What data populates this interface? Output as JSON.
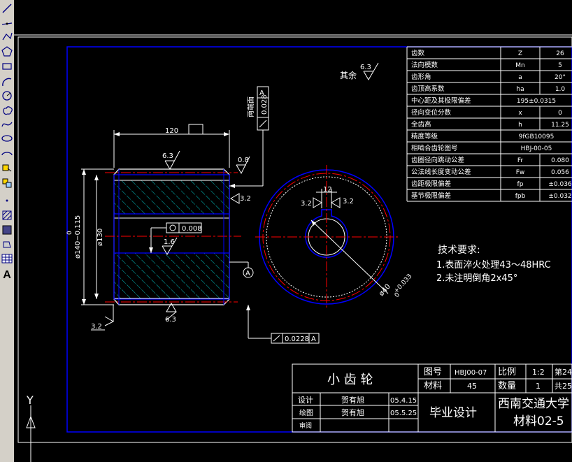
{
  "toolbar": {
    "tools": [
      {
        "name": "line-tool-icon"
      },
      {
        "name": "construction-line-icon"
      },
      {
        "name": "polyline-icon"
      },
      {
        "name": "polygon-icon"
      },
      {
        "name": "rectangle-icon"
      },
      {
        "name": "arc-icon"
      },
      {
        "name": "circle-icon"
      },
      {
        "name": "revision-cloud-icon"
      },
      {
        "name": "spline-icon"
      },
      {
        "name": "ellipse-icon"
      },
      {
        "name": "ellipse-arc-icon"
      },
      {
        "name": "insert-block-icon"
      },
      {
        "name": "make-block-icon"
      },
      {
        "name": "point-icon"
      },
      {
        "name": "hatch-icon"
      },
      {
        "name": "gradient-icon"
      },
      {
        "name": "region-icon"
      },
      {
        "name": "table-icon"
      },
      {
        "name": "multiline-text-icon",
        "label": "A"
      }
    ]
  },
  "params_table": [
    {
      "name": "齿数",
      "symbol": "Z",
      "value": "26"
    },
    {
      "name": "法向模数",
      "symbol": "Mn",
      "value": "5"
    },
    {
      "name": "齿形角",
      "symbol": "a",
      "value": "20°"
    },
    {
      "name": "齿顶高系数",
      "symbol": "ha",
      "value": "1.0"
    },
    {
      "name": "中心距及其极限偏差",
      "symbol": "",
      "value": "195±0.0315"
    },
    {
      "name": "径向变位分数",
      "symbol": "x",
      "value": "0"
    },
    {
      "name": "全齿高",
      "symbol": "h",
      "value": "11.25"
    },
    {
      "name": "精度等级",
      "symbol": "",
      "value": "9fGB10095"
    },
    {
      "name": "相啮合齿轮图号",
      "symbol": "",
      "value": "HBJ-00-05"
    },
    {
      "name": "齿圈径向跳动公差",
      "symbol": "Fr",
      "value": "0.080"
    },
    {
      "name": "公法线长度变动公差",
      "symbol": "Fw",
      "value": "0.056"
    },
    {
      "name": "齿距极限偏差",
      "symbol": "fp",
      "value": "±0.036"
    },
    {
      "name": "基节极限偏差",
      "symbol": "fpb",
      "value": "±0.032"
    }
  ],
  "annotations": {
    "rest_label": "其余",
    "rest_roughness": "6.3",
    "dim_120": "120",
    "roughness_top": "6.3",
    "roughness_08": "0.8",
    "roughness_right": "3.2",
    "roughness_bore": "1.6",
    "roughness_bottom": "6.3",
    "roughness_left": "3.2",
    "dim_od": "ø140−0.115",
    "dim_od_upper": "0",
    "dim_130": "ø130",
    "cyl_tol": "0.008",
    "runout_top": "0.028",
    "runout_top_datum": "A",
    "runout_top_note": "两端面",
    "runout_bottom": "0.0228",
    "runout_bottom_datum": "A",
    "datum_label": "A",
    "keyway_width": "12",
    "keyway_r_left": "3.2",
    "keyway_r_right": "3.2",
    "bore_dim": "ø40",
    "bore_tol_upper": "+0.033",
    "bore_tol_lower": "0"
  },
  "tech_notes": {
    "title": "技术要求:",
    "line1": "1.表面淬火处理43～48HRC",
    "line2": "2.未注明倒角2x45°"
  },
  "title_block": {
    "part_name": "小 齿 轮",
    "drawing_no_label": "图号",
    "drawing_no": "HBJ00-07",
    "scale_label": "比例",
    "scale": "1:2",
    "sheet": "第24",
    "material_label": "材料",
    "material": "45",
    "qty_label": "数量",
    "qty": "1",
    "total": "共25",
    "design_label": "设计",
    "designer": "贺有旭",
    "design_date": "05.4.15",
    "draw_label": "绘图",
    "drafter": "贺有旭",
    "draw_date": "05.5.25",
    "review_label": "审阅",
    "project": "毕业设计",
    "school": "西南交通大学",
    "class": "材料02-5"
  },
  "ucs": {
    "y": "Y"
  },
  "colors": {
    "background": "#000000",
    "frame": "#0000ff",
    "line": "#ffffff",
    "centerline": "#ff0000",
    "hatch": "#00c0c0",
    "toolbar": "#d4d0c8"
  }
}
